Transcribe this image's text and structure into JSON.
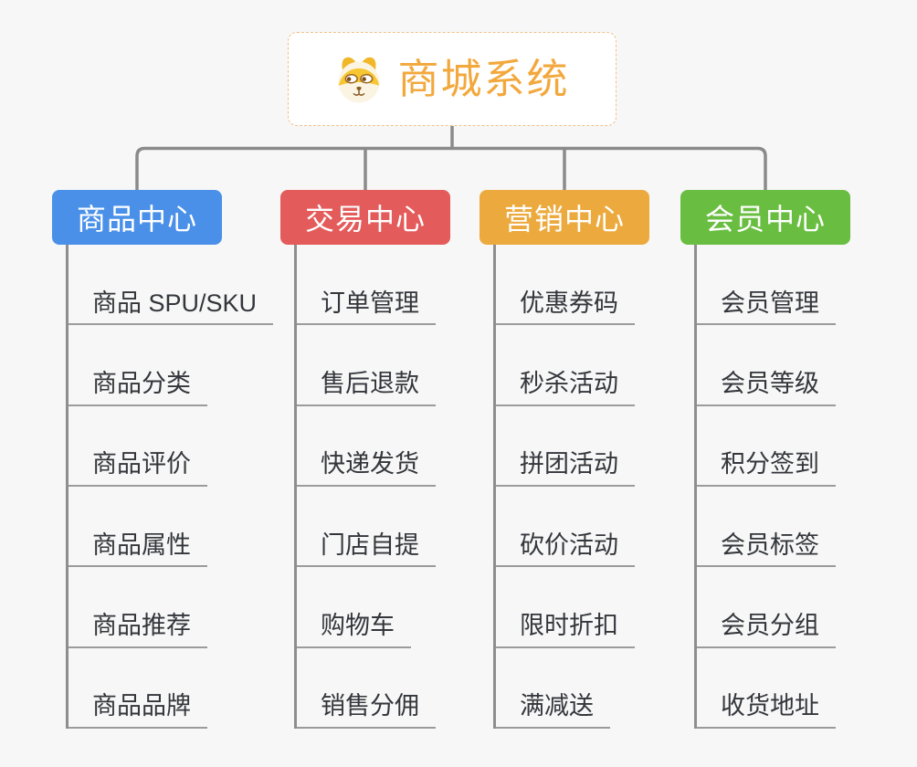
{
  "page": {
    "background_color": "#F7F7F7",
    "connector_color": "#8A8A8A",
    "underline_color": "#9B9B9B",
    "child_text_color": "#33363B"
  },
  "root": {
    "title": "商城系统",
    "icon": "dog-icon",
    "text_color": "#F2A83C",
    "border_color": "#EFC089",
    "background_color": "#FFFFFF"
  },
  "branches": [
    {
      "id": "product-center",
      "label": "商品中心",
      "color": "#4A90E8",
      "children": [
        "商品 SPU/SKU",
        "商品分类",
        "商品评价",
        "商品属性",
        "商品推荐",
        "商品品牌"
      ]
    },
    {
      "id": "trade-center",
      "label": "交易中心",
      "color": "#E45B5B",
      "children": [
        "订单管理",
        "售后退款",
        "快递发货",
        "门店自提",
        "购物车",
        "销售分佣"
      ]
    },
    {
      "id": "marketing-center",
      "label": "营销中心",
      "color": "#ECAA3E",
      "children": [
        "优惠券码",
        "秒杀活动",
        "拼团活动",
        "砍价活动",
        "限时折扣",
        "满减送"
      ]
    },
    {
      "id": "member-center",
      "label": "会员中心",
      "color": "#69BE41",
      "children": [
        "会员管理",
        "会员等级",
        "积分签到",
        "会员标签",
        "会员分组",
        "收货地址"
      ]
    }
  ]
}
